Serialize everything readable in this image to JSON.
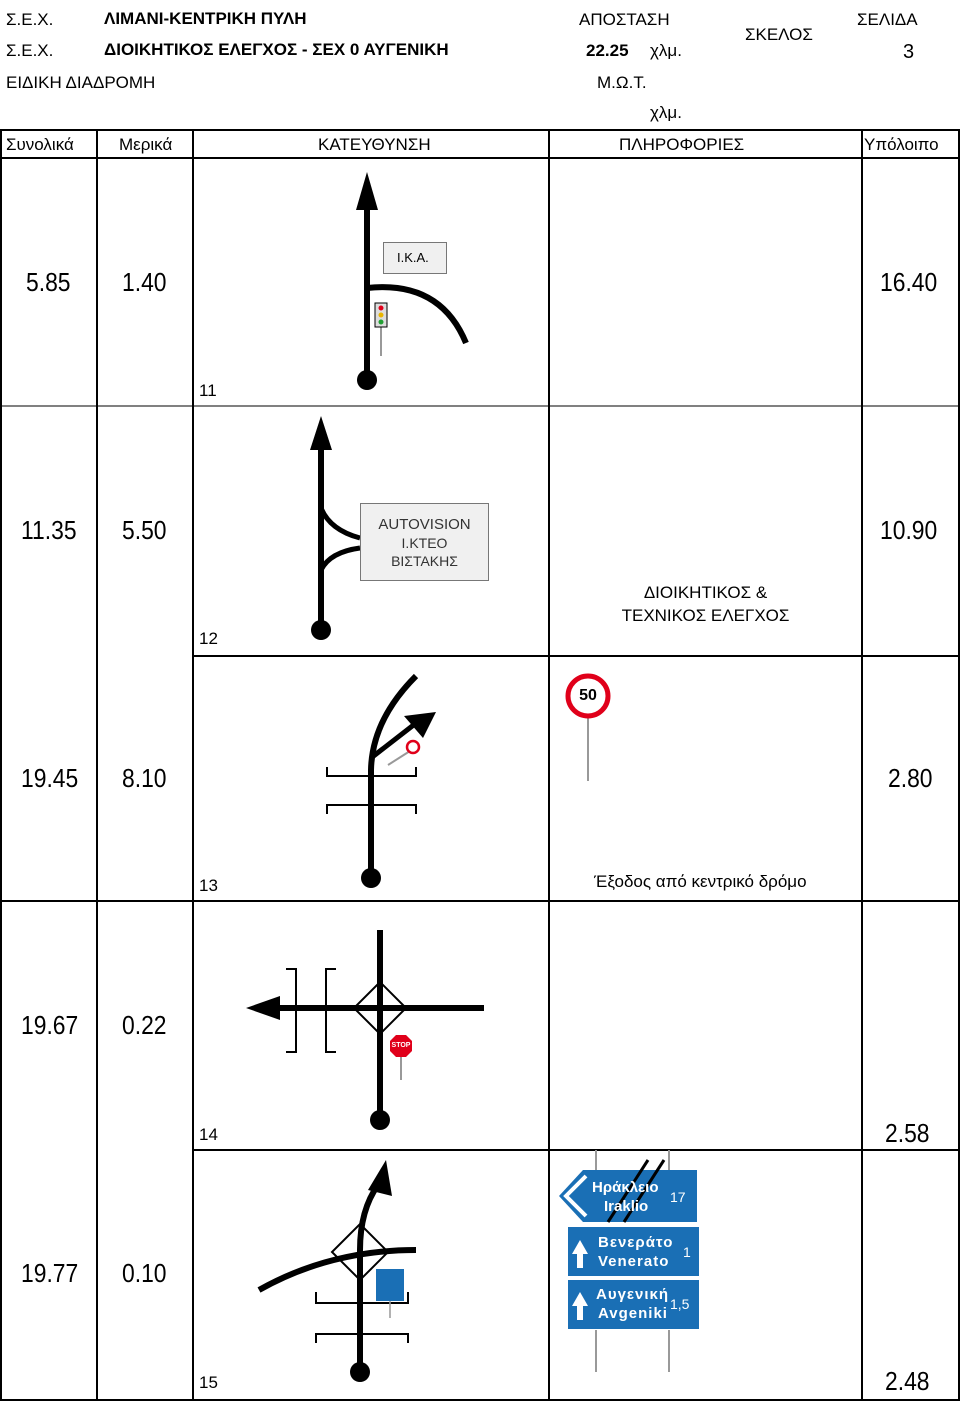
{
  "header": {
    "row1_left": "Σ.Ε.Χ.",
    "row1_title": "ΛΙΜΑΝΙ-ΚΕΝΤΡΙΚΗ ΠΥΛΗ",
    "row1_distance_label": "ΑΠΟΣΤΑΣΗ",
    "leg_label": "ΣΚΕΛΟΣ",
    "page_label": "ΣΕΛΙΔΑ",
    "row2_left": "Σ.Ε.Χ.",
    "row2_title": "ΔΙΟΙΚΗΤΙΚΟΣ ΕΛΕΓΧΟΣ - ΣΕΧ 0 ΑΥΓΕΝΙΚΗ",
    "distance_value": "22.25",
    "distance_unit": "χλμ.",
    "page_number": "3",
    "row3_left": "ΕΙΔΙΚΗ ΔΙΑΔΡΟΜΗ",
    "mot_label": "Μ.Ω.Τ.",
    "mot_unit": "χλμ."
  },
  "columns": {
    "total": "Συνολικά",
    "partial": "Μερικά",
    "direction": "ΚΑΤΕΥΘΥΝΣΗ",
    "info": "ΠΛΗΡΟΦΟΡΙΕΣ",
    "remaining": "Υπόλοιπο"
  },
  "rows": [
    {
      "number": "11",
      "total": "5.85",
      "partial": "1.40",
      "remaining": "16.40",
      "sign_text": "Ι.Κ.Α."
    },
    {
      "number": "12",
      "total": "11.35",
      "partial": "5.50",
      "remaining": "10.90",
      "box_lines": [
        "AUTOVISION",
        "Ι.ΚΤΕΟ",
        "ΒΙΣΤΑΚΗΣ"
      ],
      "info_lines": [
        "ΔΙΟΙΚΗΤΙΚΟΣ &",
        "ΤΕΧΝΙΚΟΣ ΕΛΕΓΧΟΣ"
      ]
    },
    {
      "number": "13",
      "total": "19.45",
      "partial": "8.10",
      "remaining": "2.80",
      "speed_limit": "50",
      "info_note": "Έξοδος από κεντρικό δρόμο"
    },
    {
      "number": "14",
      "total": "19.67",
      "partial": "0.22",
      "remaining": "2.58",
      "stop_text": "STOP"
    },
    {
      "number": "15",
      "total": "19.77",
      "partial": "0.10",
      "remaining": "2.48",
      "signs": [
        {
          "line1": "Ηράκλειο",
          "line2": "Iraklio",
          "dist": "17"
        },
        {
          "line1": "Βενεράτο",
          "line2": "Venerato",
          "dist": "1"
        },
        {
          "line1": "Αυγενική",
          "line2": "Avgeniki",
          "dist": "1,5"
        }
      ]
    }
  ],
  "colors": {
    "sign_blue": "#1a6fb5",
    "sign_red": "#e0001a",
    "grid": "#000000"
  }
}
